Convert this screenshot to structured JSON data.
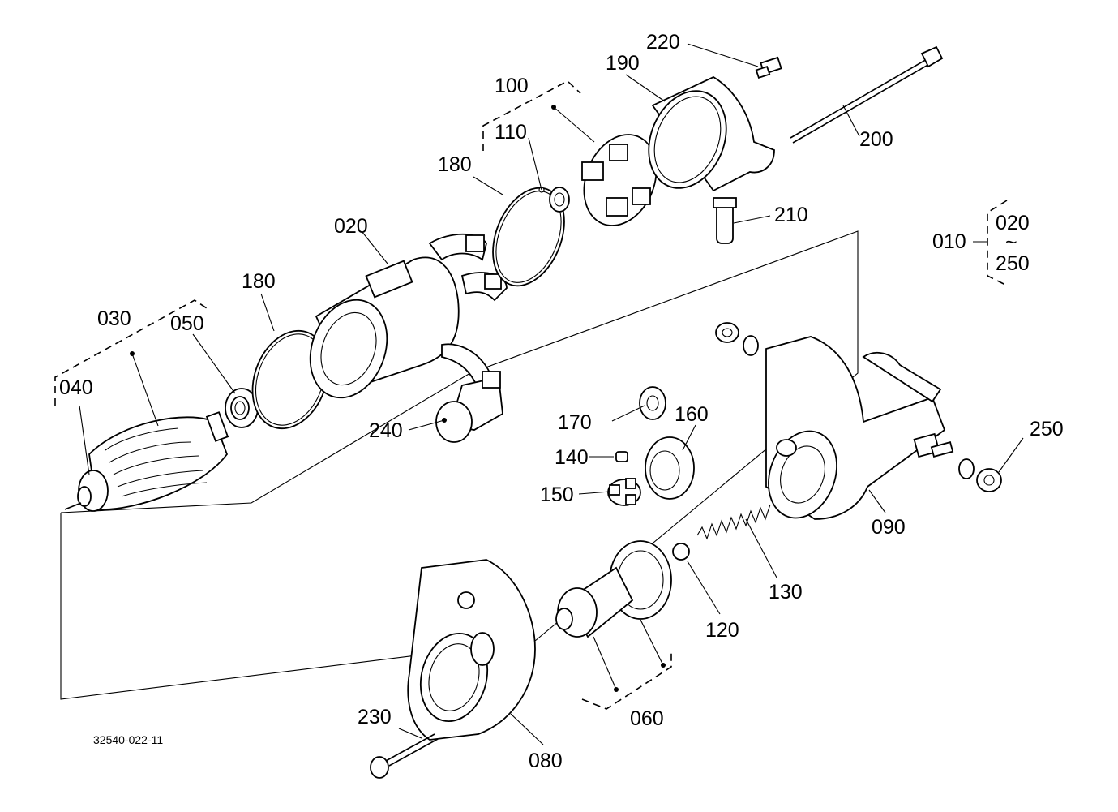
{
  "drawing_number": "32540-022-11",
  "labels": {
    "p010": "010",
    "p020a": "020",
    "p020b": "020",
    "p030": "030",
    "p040": "040",
    "p050": "050",
    "p060": "060",
    "p080": "080",
    "p090": "090",
    "p100": "100",
    "p110": "110",
    "p120": "120",
    "p130": "130",
    "p140": "140",
    "p150": "150",
    "p160": "160",
    "p170": "170",
    "p180a": "180",
    "p180b": "180",
    "p190": "190",
    "p200": "200",
    "p210": "210",
    "p220": "220",
    "p230": "230",
    "p240": "240",
    "p250a": "250",
    "p250b": "250",
    "range_symbol": "~"
  }
}
